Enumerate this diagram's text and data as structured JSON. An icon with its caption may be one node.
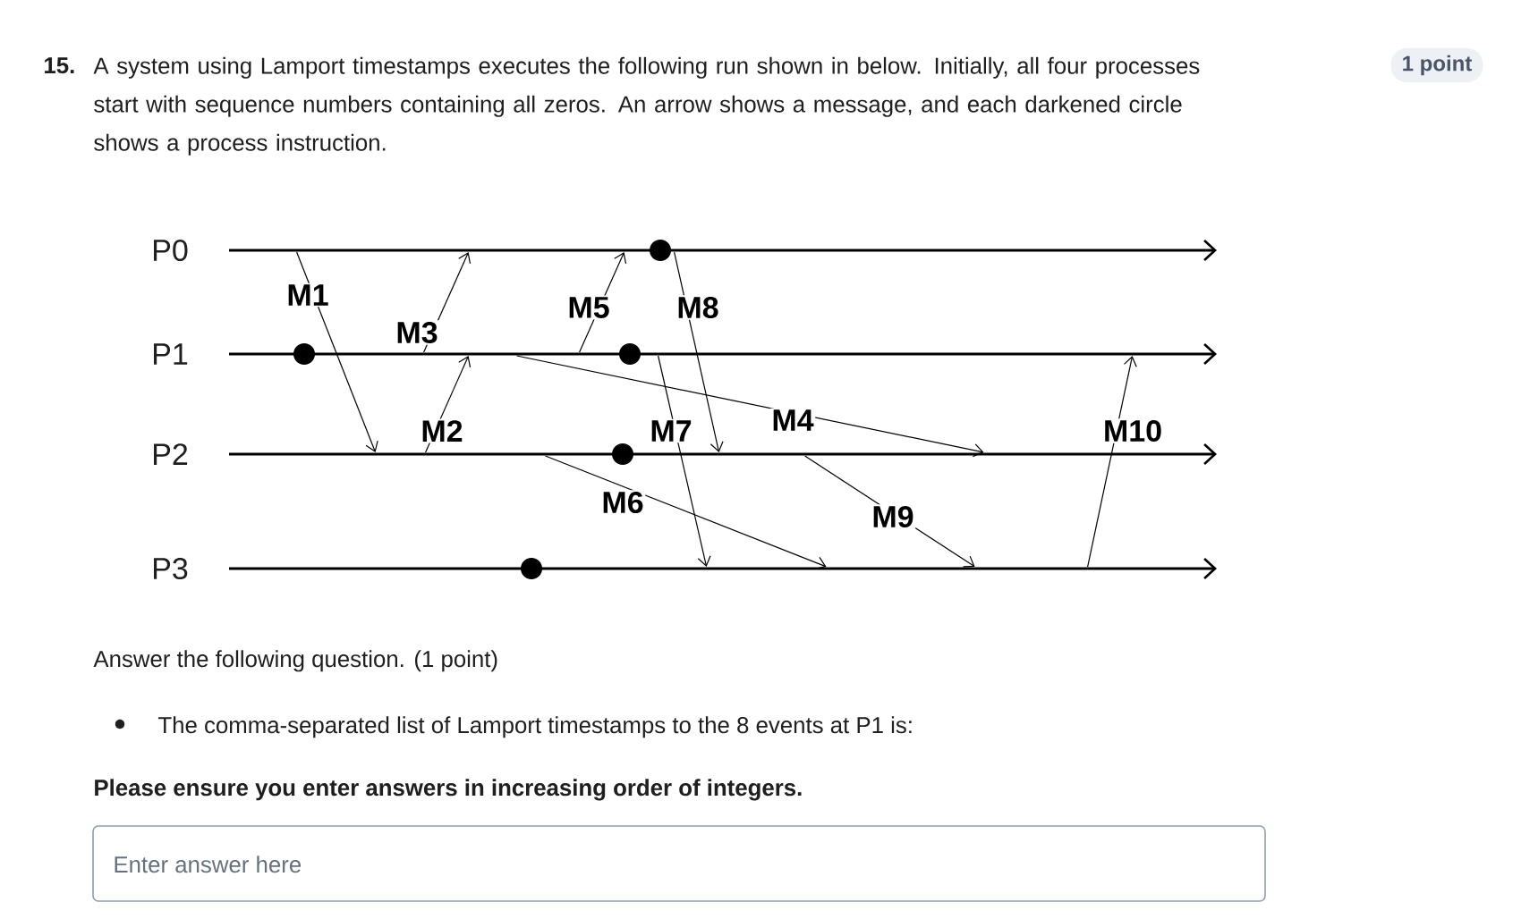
{
  "diagram": {
    "nodes": [
      {
        "text": [
          "P0"
        ]
      },
      {
        "text": [
          "P1"
        ]
      },
      {
        "text": [
          "P2"
        ]
      },
      {
        "text": [
          "P3"
        ]
      },
      {
        "text": [],
        "shape": "circle",
        "in": 1
      },
      {
        "text": [],
        "shape": "circle",
        "in": 3
      },
      {
        "text": [],
        "shape": "circle",
        "in": 2
      },
      {
        "text": [],
        "shape": "circle",
        "in": 1
      },
      {
        "text": [],
        "shape": "circle",
        "in": 0
      }
    ],
    "edges": [
      {
        "from": 0,
        "to": 2,
        "arrow": "to",
        "label": "M1"
      },
      {
        "from": 2,
        "to": 1,
        "arrow": "to",
        "label": "M2"
      },
      {
        "from": 1,
        "to": 0,
        "arrow": "to",
        "label": "M3"
      },
      {
        "from": 1,
        "to": 2,
        "arrow": "to",
        "label": "M4"
      },
      {
        "from": 1,
        "to": 0,
        "arrow": "to",
        "label": "M5"
      },
      {
        "from": 2,
        "to": 3,
        "arrow": "to",
        "label": "M6"
      },
      {
        "from": 1,
        "to": 3,
        "arrow": "to",
        "label": "M7"
      },
      {
        "from": 0,
        "to": 2,
        "arrow": "to",
        "label": "M8"
      },
      {
        "from": 2,
        "to": 3,
        "arrow": "to",
        "label": "M9"
      },
      {
        "from": 3,
        "to": 1,
        "arrow": "to",
        "label": "M10"
      }
    ],
    "labels": [
      "15.",
      "A system using Lamport timestamps executes the following run shown in below. Initially, all four processes start with sequence numbers containing all zeros. An arrow shows a message, and each darkened circle shows a process instruction.",
      "1 point",
      "Answer the following question. (1 point)",
      "The comma-separated list of Lamport timestamps to the 8 events at P1 is:",
      "Please ensure you enter answers in increasing order of integers.",
      "Enter answer here"
    ]
  }
}
